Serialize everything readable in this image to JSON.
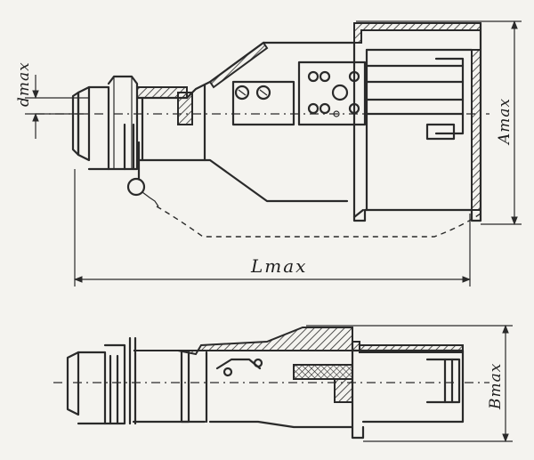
{
  "labels": {
    "d_max": "dmax",
    "a_max": "Amax",
    "l_max": "Lmax",
    "b_max": "Bmax"
  },
  "colors": {
    "paper": "#f4f3ef",
    "ink": "#2a2a2a"
  }
}
